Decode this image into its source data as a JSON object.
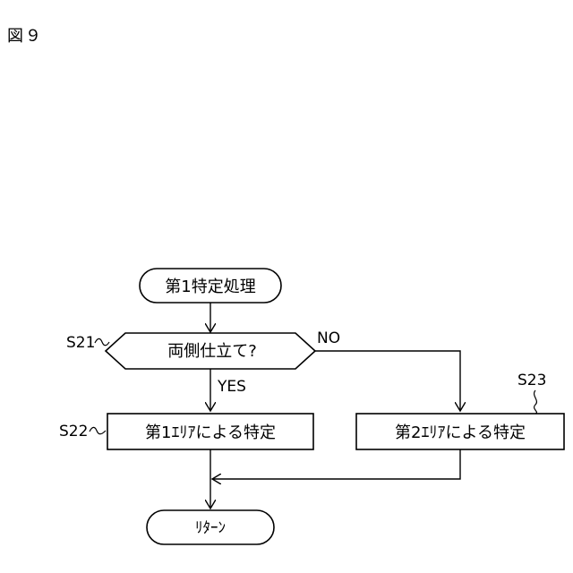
{
  "figure_label": "図９",
  "nodes": {
    "start": {
      "label": "第1特定処理"
    },
    "decision": {
      "label": "両側仕立て?",
      "step": "S21"
    },
    "step_first_area": {
      "label": "第1ｴﾘｱによる特定",
      "step": "S22"
    },
    "step_second_area": {
      "label": "第2ｴﾘｱによる特定",
      "step": "S23"
    },
    "end": {
      "label": "ﾘﾀｰﾝ"
    }
  },
  "branches": {
    "yes": "YES",
    "no": "NO"
  }
}
